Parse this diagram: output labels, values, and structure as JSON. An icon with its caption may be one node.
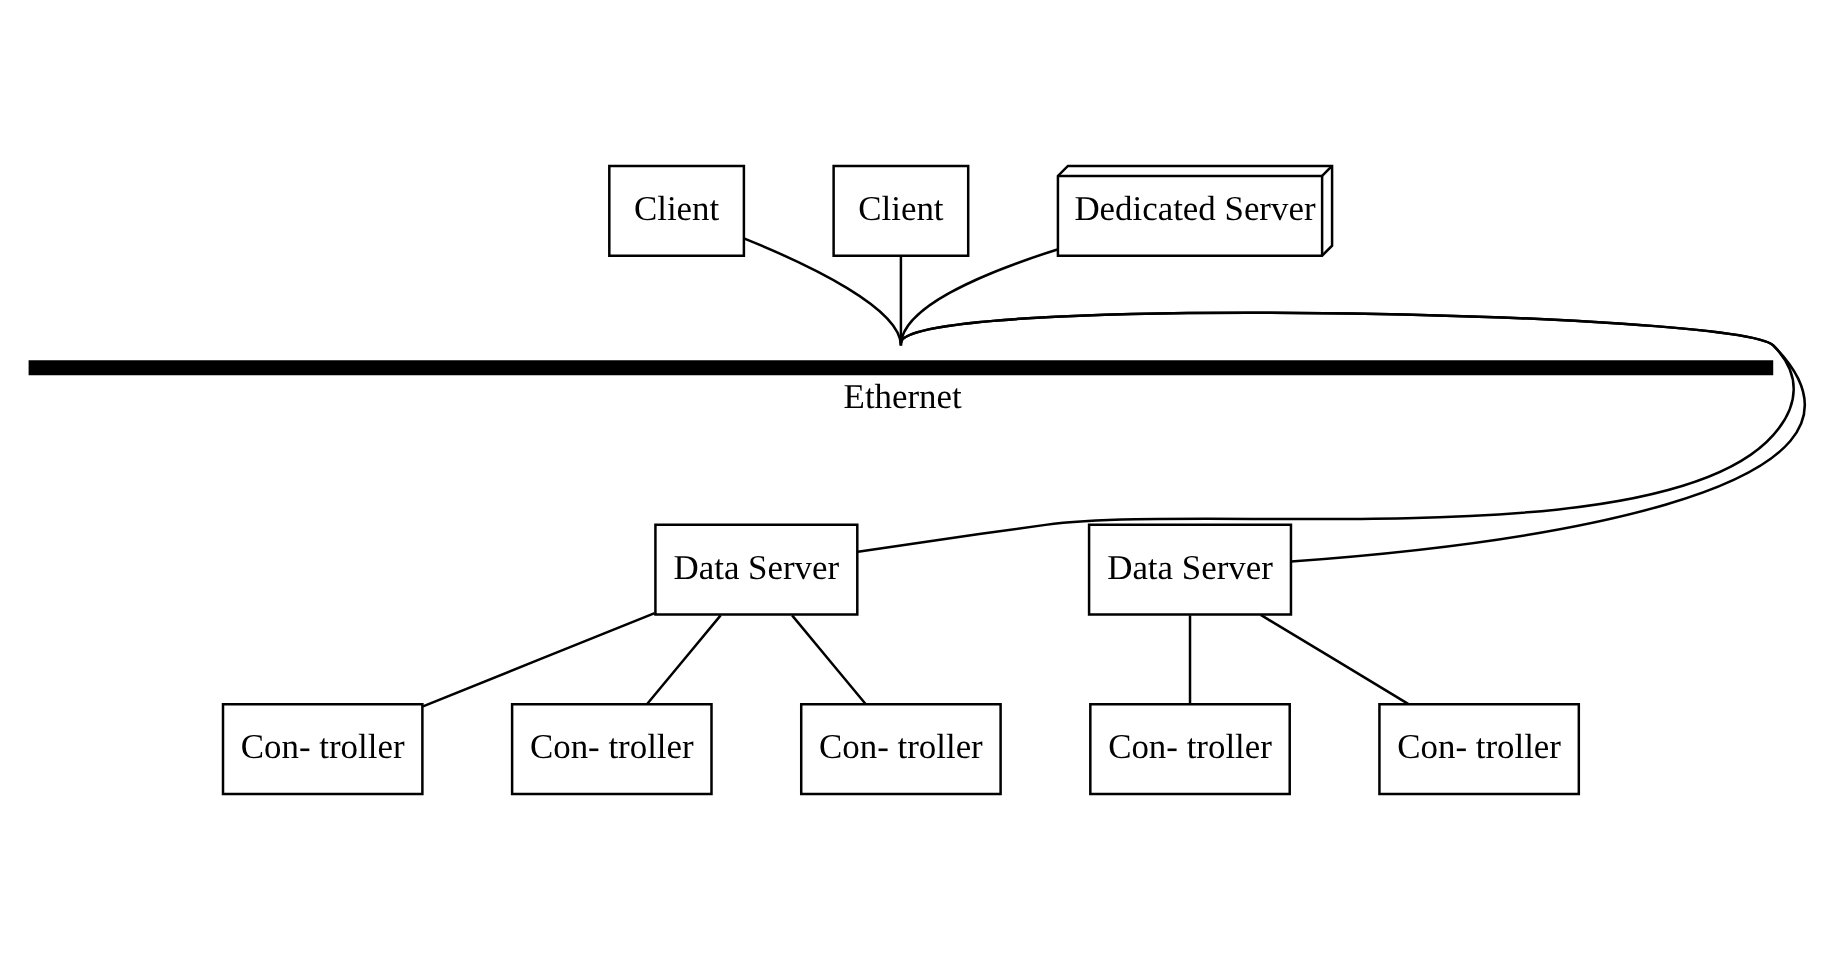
{
  "diagram": {
    "nodes": [
      {
        "text": [
          "Client"
        ]
      },
      {
        "text": [
          "Client"
        ]
      },
      {
        "text": [
          "Dedicated Server"
        ]
      },
      {
        "text": [
          "Ethernet"
        ]
      },
      {
        "text": [
          "Data Server"
        ]
      },
      {
        "text": [
          "Data Server"
        ]
      },
      {
        "text": [
          "Con- troller"
        ]
      },
      {
        "text": [
          "Con- troller"
        ]
      },
      {
        "text": [
          "Con- troller"
        ]
      },
      {
        "text": [
          "Con- troller"
        ]
      },
      {
        "text": [
          "Con- troller"
        ]
      }
    ],
    "edges": [
      {
        "from": 0,
        "to": 3,
        "arrow": "none"
      },
      {
        "from": 1,
        "to": 3,
        "arrow": "none"
      },
      {
        "from": 2,
        "to": 3,
        "arrow": "none"
      },
      {
        "from": 3,
        "to": 4,
        "arrow": "none"
      },
      {
        "from": 3,
        "to": 5,
        "arrow": "none"
      },
      {
        "from": 4,
        "to": 6,
        "arrow": "none"
      },
      {
        "from": 4,
        "to": 7,
        "arrow": "none"
      },
      {
        "from": 4,
        "to": 8,
        "arrow": "none"
      },
      {
        "from": 5,
        "to": 9,
        "arrow": "none"
      },
      {
        "from": 5,
        "to": 10,
        "arrow": "none"
      }
    ]
  }
}
